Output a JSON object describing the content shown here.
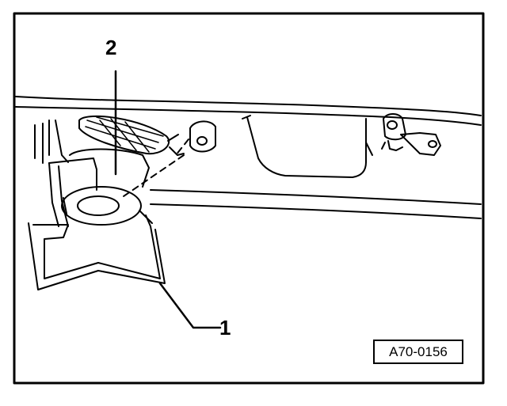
{
  "diagram": {
    "callouts": [
      {
        "id": "2",
        "label": "2"
      },
      {
        "id": "1",
        "label": "1"
      }
    ],
    "reference_code": "A70-0156",
    "colors": {
      "line": "#000000",
      "background": "#ffffff"
    }
  }
}
